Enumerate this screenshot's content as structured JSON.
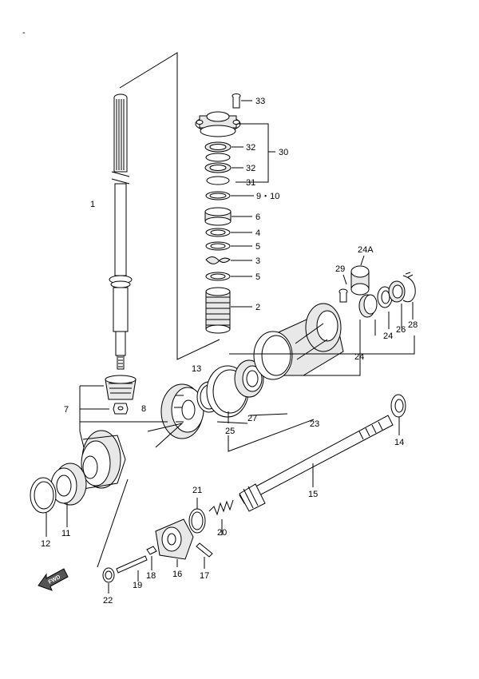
{
  "top_mark": "-",
  "fwd_label": "FWD",
  "callouts": {
    "c1": "1",
    "c2": "2",
    "c3": "3",
    "c4": "4",
    "c5a": "5",
    "c5b": "5",
    "c6": "6",
    "c7": "7",
    "c8": "8",
    "c9_10": "9・10",
    "c11": "11",
    "c12": "12",
    "c13": "13",
    "c14": "14",
    "c15": "15",
    "c16": "16",
    "c17": "17",
    "c18": "18",
    "c19": "19",
    "c20": "20",
    "c21": "21",
    "c22": "22",
    "c23": "23",
    "c24a": "24",
    "c24b": "24",
    "c24A": "24A",
    "c25": "25",
    "c26": "26",
    "c27": "27",
    "c28": "28",
    "c29": "29",
    "c30": "30",
    "c31": "31",
    "c32a": "32",
    "c32b": "32",
    "c33": "33"
  }
}
